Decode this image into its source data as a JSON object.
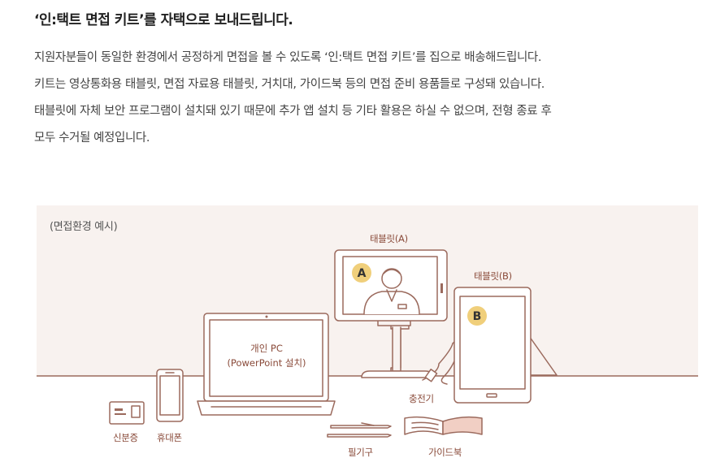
{
  "heading": "‘인:택트 면접 키트’를 자택으로 보내드립니다.",
  "paragraph_lines": [
    "지원자분들이 동일한 환경에서 공정하게 면접을 볼 수 있도록 ‘인:택트 면접 키트’를 집으로 배송해드립니다.",
    "키트는 영상통화용 태블릿, 면접 자료용 태블릿, 거치대, 가이드북 등의 면접 준비 용품들로 구성돼 있습니다.",
    "태블릿에 자체 보안 프로그램이 설치돼 있기 때문에 추가 앱 설치 등 기타 활용은 하실 수 없으며, 전형 종료 후",
    "모두 수거될 예정입니다."
  ],
  "figure": {
    "caption": "(면접환경 예시)",
    "tablet_a_label": "태블릿(A)",
    "tablet_b_label": "태블릿(B)",
    "badge_a": "A",
    "badge_b": "B",
    "pc_label_line1": "개인 PC",
    "pc_label_line2": "(PowerPoint 설치)",
    "charger_label": "충전기",
    "id_card_label": "신분증",
    "phone_label": "휴대폰",
    "pens_label": "필기구",
    "guidebook_label": "가이드북"
  },
  "colors": {
    "illustration_bg": "#f8f2ef",
    "line": "#9b6a5d",
    "label_text": "#8a4b3a",
    "badge": "#f0cf7b",
    "book_fill": "#f1cfc4"
  }
}
